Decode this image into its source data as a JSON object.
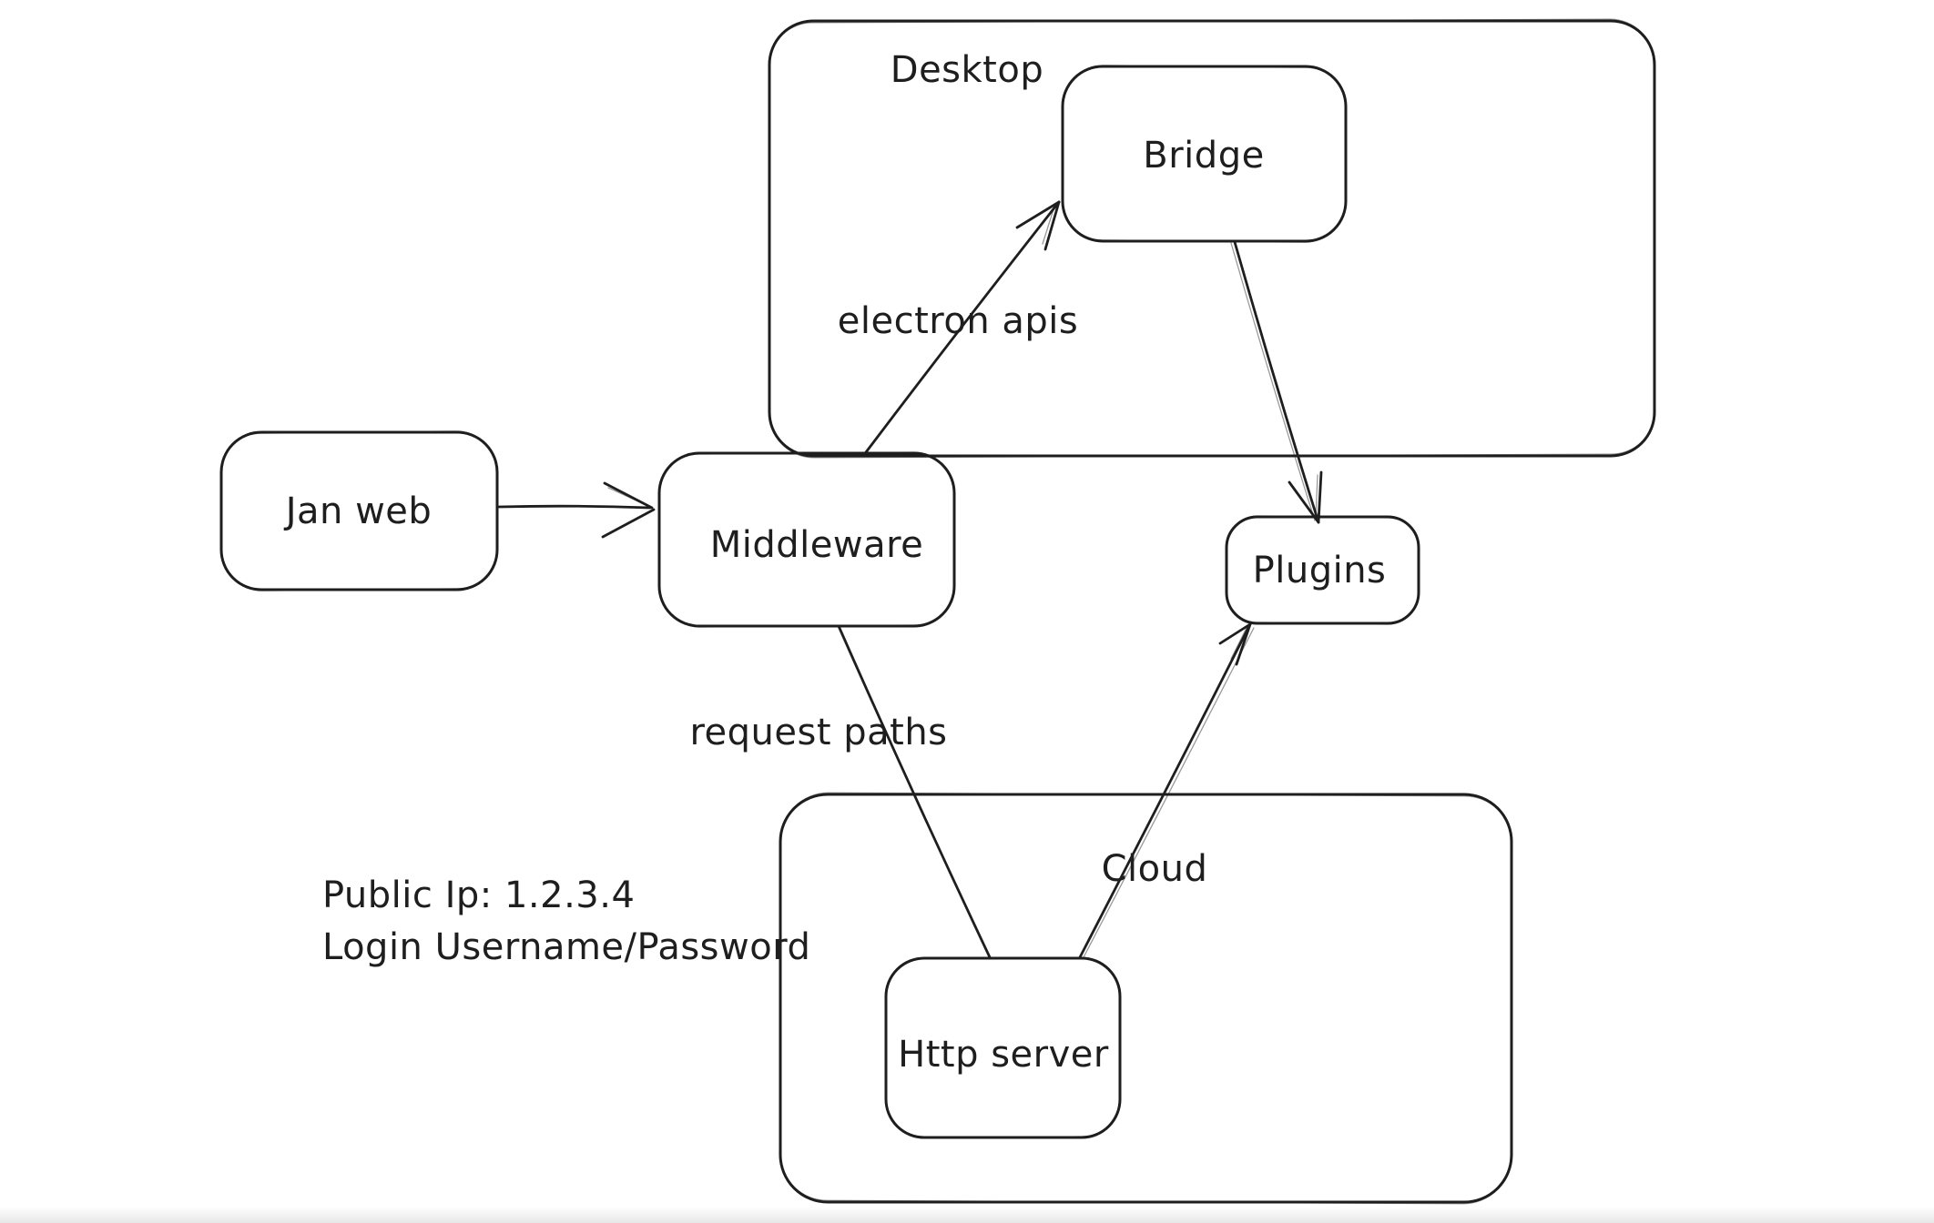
{
  "canvas": {
    "background": "#ffffff",
    "stroke_color": "#1e1e1e",
    "bottom_bar_color": "#e9e9e9"
  },
  "containers": {
    "desktop": {
      "label": "Desktop"
    },
    "cloud": {
      "label": "Cloud"
    }
  },
  "nodes": {
    "jan_web": {
      "label": "Jan web"
    },
    "bridge": {
      "label": "Bridge"
    },
    "middleware": {
      "label": "Middleware"
    },
    "plugins": {
      "label": "Plugins"
    },
    "http_server": {
      "label": "Http server"
    }
  },
  "edges": [
    {
      "from": "Jan web",
      "to": "Middleware",
      "label": "",
      "arrowhead": "end"
    },
    {
      "from": "Middleware",
      "to": "Bridge",
      "label": "electron apis",
      "arrowhead": "end"
    },
    {
      "from": "Bridge",
      "to": "Plugins",
      "label": "",
      "arrowhead": "end"
    },
    {
      "from": "Middleware",
      "to": "Http server",
      "label": "request paths",
      "arrowhead": "none"
    },
    {
      "from": "Http server",
      "to": "Plugins",
      "label": "",
      "arrowhead": "end"
    }
  ],
  "annotations": {
    "public_ip": "Public Ip: 1.2.3.4",
    "login": "Login Username/Password"
  }
}
